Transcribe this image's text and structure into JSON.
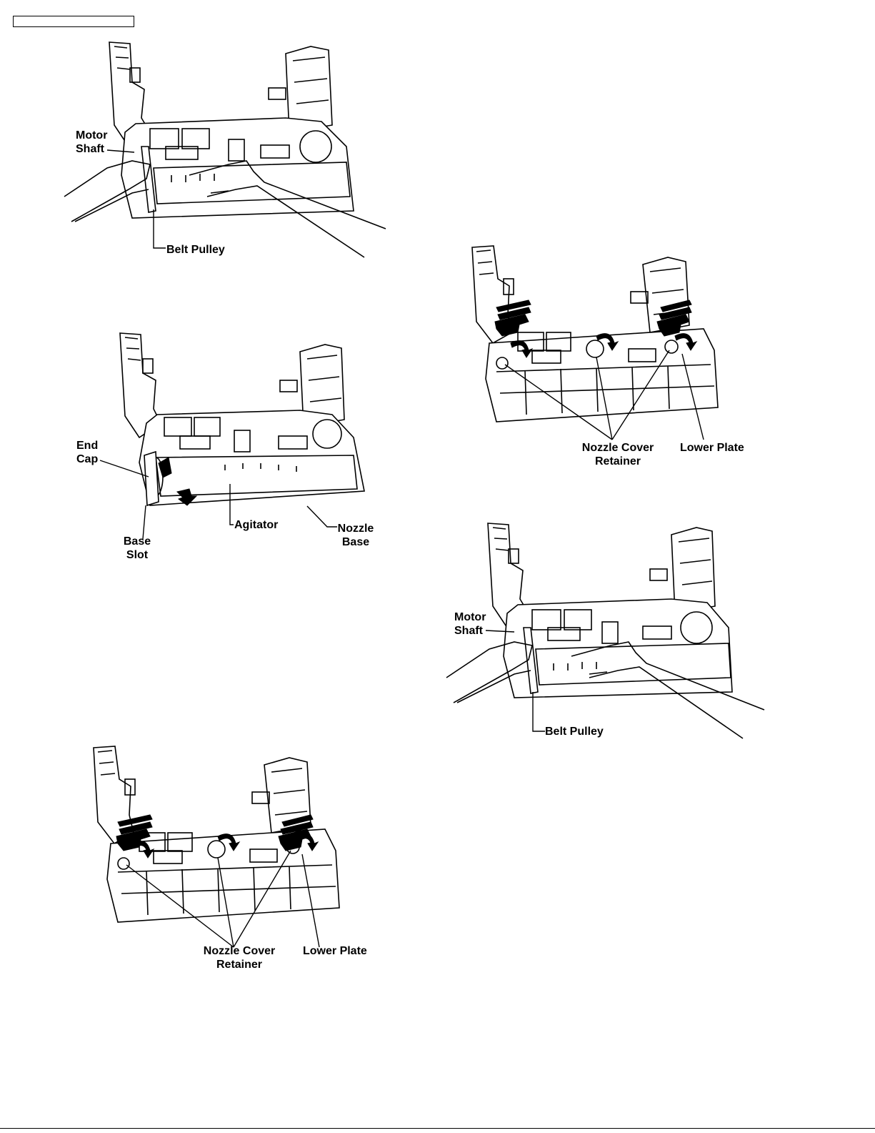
{
  "page": {
    "header_box_text": ""
  },
  "figures": {
    "fig_belt_top_left": {
      "motor_shaft_label": [
        "Motor",
        "Shaft"
      ],
      "belt_pulley_label": "Belt Pulley"
    },
    "fig_agitator": {
      "end_cap_label": [
        "End",
        "Cap"
      ],
      "base_slot_label": [
        "Base",
        "Slot"
      ],
      "agitator_label": "Agitator",
      "nozzle_base_label": [
        "Nozzle",
        "Base"
      ]
    },
    "fig_retainer_bottom_left": {
      "nozzle_cover_retainer_label": [
        "Nozzle Cover",
        "Retainer"
      ],
      "lower_plate_label": "Lower Plate"
    },
    "fig_retainer_right": {
      "nozzle_cover_retainer_label": [
        "Nozzle Cover",
        "Retainer"
      ],
      "lower_plate_label": "Lower Plate"
    },
    "fig_belt_right": {
      "motor_shaft_label": [
        "Motor",
        "Shaft"
      ],
      "belt_pulley_label": "Belt Pulley"
    }
  }
}
